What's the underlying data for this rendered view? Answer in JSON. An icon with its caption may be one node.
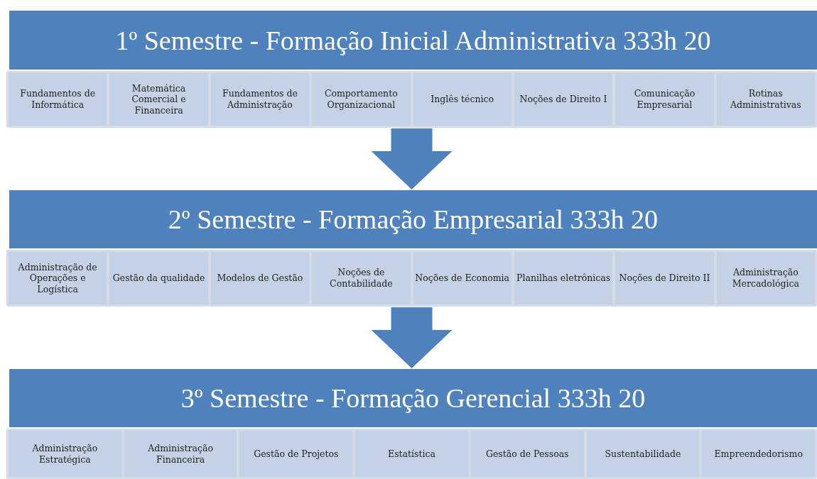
{
  "diagram": {
    "nodes": [
      {
        "text": [
          "1º Semestre - Formação Inicial Administrativa 333h 20"
        ]
      },
      {
        "text": [],
        "shape": "box"
      },
      {
        "text": [
          "Fundamentos de Informática"
        ],
        "in": 1
      },
      {
        "text": [
          "Matemática Comercial e Financeira"
        ],
        "in": 1
      },
      {
        "text": [
          "Fundamentos de Administração"
        ],
        "in": 1
      },
      {
        "text": [
          "Comportamento Organizacional"
        ],
        "in": 1
      },
      {
        "text": [
          "Inglês técnico"
        ],
        "in": 1
      },
      {
        "text": [
          "Noções de Direito I"
        ],
        "in": 1
      },
      {
        "text": [
          "Comunicação Empresarial"
        ],
        "in": 1
      },
      {
        "text": [
          "Rotinas Administrativas"
        ],
        "in": 1
      },
      {
        "text": [
          "2º Semestre - Formação Empresarial 333h 20"
        ]
      },
      {
        "text": [],
        "shape": "box"
      },
      {
        "text": [
          "Administração de Operações e Logística"
        ],
        "in": 11
      },
      {
        "text": [
          "Gestão da qualidade"
        ],
        "in": 11
      },
      {
        "text": [
          "Modelos de Gestão"
        ],
        "in": 11
      },
      {
        "text": [
          "Noções de Contabilidade"
        ],
        "in": 11
      },
      {
        "text": [
          "Noções de Economia"
        ],
        "in": 11
      },
      {
        "text": [
          "Planilhas eletrônicas"
        ],
        "in": 11
      },
      {
        "text": [
          "Noções de Direito II"
        ],
        "in": 11
      },
      {
        "text": [
          "Administração Mercadológica"
        ],
        "in": 11
      },
      {
        "text": [
          "3º Semestre - Formação Gerencial 333h 20"
        ]
      },
      {
        "text": [],
        "shape": "box"
      },
      {
        "text": [
          "Administração Estratégica"
        ],
        "in": 21
      },
      {
        "text": [
          "Administração Financeira"
        ],
        "in": 21
      },
      {
        "text": [
          "Gestão de Projetos"
        ],
        "in": 21
      },
      {
        "text": [
          "Estatística"
        ],
        "in": 21
      },
      {
        "text": [
          "Gestão de Pessoas"
        ],
        "in": 21
      },
      {
        "text": [
          "Sustentabilidade"
        ],
        "in": 21
      },
      {
        "text": [
          "Empreendedorismo"
        ],
        "in": 21
      }
    ],
    "edges": [
      {
        "from": 1,
        "to": 10,
        "arrow": "to"
      },
      {
        "from": 11,
        "to": 20,
        "arrow": "to"
      }
    ]
  }
}
